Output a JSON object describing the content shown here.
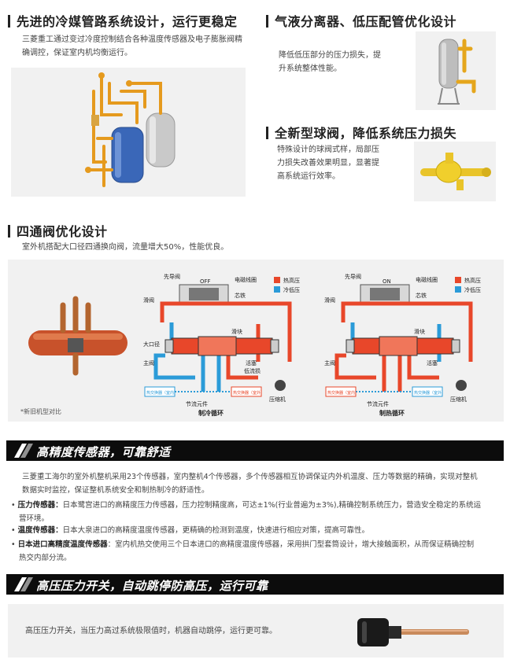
{
  "sec1": {
    "title": "先进的冷媒管路系统设计，运行更稳定",
    "desc_line1": "三菱重工通过变过冷度控制结合各种温度传感器及电子膨胀阀精",
    "desc_line2": "确调控，保证室内机均衡运行。"
  },
  "sec2": {
    "title": "气液分离器、低压配管优化设计",
    "desc_line1": "降低低压部分的压力损失，提",
    "desc_line2": "升系统整体性能。"
  },
  "sec3": {
    "title": "全新型球阀，降低系统压力损失",
    "desc_line1": "特殊设计的球阀式样，局部压",
    "desc_line2": "力损失改善效果明显，显著提",
    "desc_line3": "高系统运行效率。"
  },
  "sec4": {
    "title": "四通阀优化设计",
    "desc": "室外机搭配大口径四通换向阀，流量增大50%，性能优良。",
    "footnote": "*新旧机型对比",
    "diagram_left": {
      "pilot": "先导阀",
      "state": "OFF",
      "coil": "电磁线圈",
      "core": "芯铁",
      "slider_valve": "滑阀",
      "large_bore": "大口径",
      "main_valve": "主阀",
      "slide_block": "滑块",
      "piston": "活塞",
      "low_pressure_loss": "低流损",
      "throttle": "节流元件",
      "compressor": "压缩机",
      "hex_in": "热交换器（室内）",
      "hex_out": "热交换器（室外）",
      "caption": "制冷循环",
      "legend_hot": "热高压",
      "legend_cold": "冷低压"
    },
    "diagram_right": {
      "pilot": "先导阀",
      "state": "ON",
      "coil": "电磁线圈",
      "core": "芯铁",
      "slider_valve": "滑阀",
      "main_valve": "主阀",
      "slide_block": "滑块",
      "piston": "活塞",
      "throttle": "节流元件",
      "compressor": "压缩机",
      "hex_in": "热交换器（室内）",
      "hex_out": "热交换器（室外）",
      "caption": "制热循环",
      "legend_hot": "热高压",
      "legend_cold": "冷低压"
    }
  },
  "sec5": {
    "banner": "高精度传感器，可靠舒适",
    "intro_line1": "三菱重工海尔的室外机整机采用23个传感器，室内整机4个传感器，多个传感器相互协调保证内外机温度、压力等数据的精确，实现对整机",
    "intro_line2": "数据实时监控，保证整机系统安全和制热制冷的舒适性。",
    "b1_label": "压力传感器：",
    "b1_line1": "日本鹭宫进口的高精度压力传感器，压力控制精度高，可达±1%(行业普遍为±3%),精确控制系统压力，营造安全稳定的系统运",
    "b1_line2": "营环境。",
    "b2_label": "温度传感器：",
    "b2_text": "日本大泉进口的高精度温度传感器，更精确的检测到温度，快速进行相应对策，提高可靠性。",
    "b3_label": "日本进口高精度温度传感器",
    "b3_line1": "：室内机热交使用三个日本进口的高精度温度传感器，采用拱门型套筒设计，增大接触面积，从而保证精确控制",
    "b3_line2": "热交内部分流。"
  },
  "sec6": {
    "banner": "高压压力开关，自动跳停防高压，运行可靠",
    "desc": "高压压力开关，当压力高过系统极限值时，机器自动跳停，运行更可靠。"
  },
  "colors": {
    "hot": "#e8472a",
    "cold": "#2b9bd8",
    "banner": "#0c0c0c"
  }
}
